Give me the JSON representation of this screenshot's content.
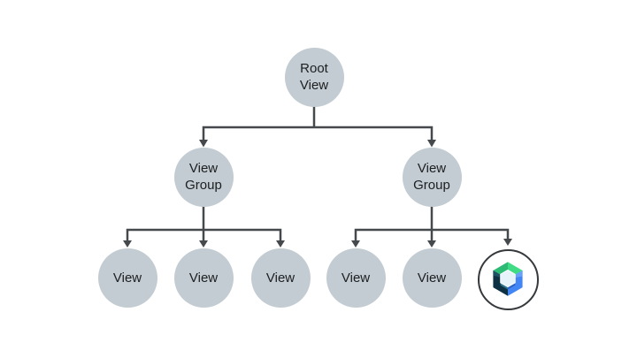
{
  "diagram": {
    "name": "android-view-hierarchy-tree",
    "colors": {
      "page_bg": "#ffffff",
      "node_fill": "#c2ccd2",
      "node_text": "#1d1f21",
      "connector": "#45494c",
      "compose_ring": "#35393c",
      "compose_bg": "#ffffff",
      "logo_green": "#40dc85",
      "logo_green_dark": "#2cba74",
      "logo_blue": "#4285f4",
      "logo_blue_light": "#68a1f8",
      "logo_navy": "#0d3143",
      "logo_navy_light": "#1d5064",
      "logo_wall_teal": "#2f7590",
      "logo_wall_blue": "#2b64c6",
      "logo_hex": "#e7f3fb",
      "logo_hex_stroke": "#ffffff"
    },
    "nodes": [
      {
        "id": "root",
        "label": "Root View"
      },
      {
        "id": "group-left",
        "label": "View Group"
      },
      {
        "id": "group-right",
        "label": "View Group"
      },
      {
        "id": "view-1",
        "label": "View"
      },
      {
        "id": "view-2",
        "label": "View"
      },
      {
        "id": "view-3",
        "label": "View"
      },
      {
        "id": "view-4",
        "label": "View"
      },
      {
        "id": "view-5",
        "label": "View"
      },
      {
        "id": "compose",
        "label": "",
        "icon": "jetpack-compose-logo"
      }
    ],
    "edges": [
      {
        "from": "root",
        "to": "group-left"
      },
      {
        "from": "root",
        "to": "group-right"
      },
      {
        "from": "group-left",
        "to": "view-1"
      },
      {
        "from": "group-left",
        "to": "view-2"
      },
      {
        "from": "group-left",
        "to": "view-3"
      },
      {
        "from": "group-right",
        "to": "view-4"
      },
      {
        "from": "group-right",
        "to": "view-5"
      },
      {
        "from": "group-right",
        "to": "compose"
      }
    ]
  }
}
